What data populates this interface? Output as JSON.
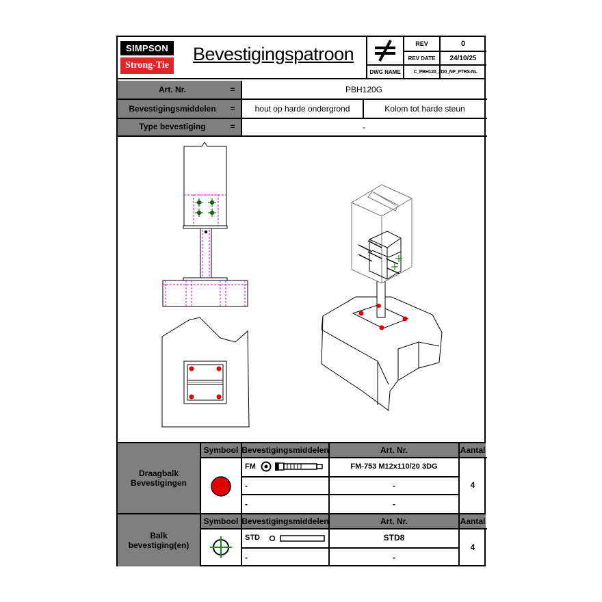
{
  "header": {
    "logo_top": "SIMPSON",
    "logo_bottom": "Strong-Tie",
    "title": "Bevestigingspatroon",
    "symbol_icon": "not-equal-icon",
    "rev_label": "REV",
    "rev_value": "0",
    "rev_date_label": "REV DATE",
    "rev_date_value": "24/10/25",
    "dwg_label": "DWG NAME",
    "dwg_value": "C_PBH120_2D0_NP_PTRS-NL"
  },
  "info": {
    "art_label": "Art. Nr.",
    "eq": "=",
    "art_value": "PBH120G",
    "means_label": "Bevestigingsmiddelen",
    "means_value_1": "hout op harde ondergrond",
    "means_value_2": "Kolom tot harde steun",
    "type_label": "Type bevestiging",
    "type_value": "-"
  },
  "table1": {
    "group_line1": "Draagbalk",
    "group_line2": "Bevestigingen",
    "col_symbol": "Symbool",
    "col_means": "Bevestigingsmiddelen",
    "col_art": "Art. Nr.",
    "col_qty": "Aantal",
    "symbol_icon": "red-dot-icon",
    "rows": [
      {
        "means": "FM",
        "means_icon": "anchor-bolt-icon",
        "art": "FM-753 M12x110/20 3DG"
      },
      {
        "means": "-",
        "art": "-"
      },
      {
        "means": "-",
        "art": "-"
      }
    ],
    "qty": "4"
  },
  "table2": {
    "group_line1": "Balk",
    "group_line2": "bevestiging(en)",
    "col_symbol": "Symbool",
    "col_means": "Bevestigingsmiddelen",
    "col_art": "Art. Nr.",
    "col_qty": "Aantal",
    "symbol_icon": "green-crosshair-icon",
    "rows": [
      {
        "means": "STD",
        "means_icon": "dowel-icon",
        "art": "STD8"
      },
      {
        "means": "-",
        "art": "-"
      }
    ],
    "qty": "4"
  },
  "colors": {
    "grey": "#7f7f7f",
    "red": "#e10000",
    "green": "#1a8a1a",
    "magenta": "#d000d0",
    "logo_red": "#e3242b"
  }
}
